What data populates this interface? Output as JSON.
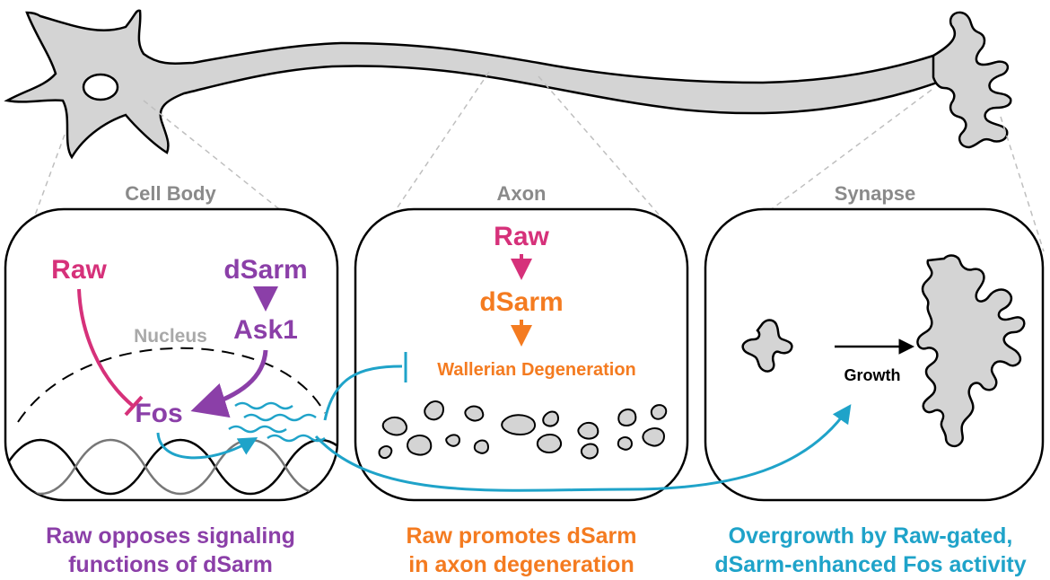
{
  "colors": {
    "magenta": "#d6317a",
    "purple": "#8b3fa8",
    "orange": "#f47b20",
    "cyan": "#1fa3c9",
    "gray": "#8a8a8a",
    "lightgray": "#a9a9a9",
    "cellfill": "#d4d4d4"
  },
  "panels": {
    "cell_body": {
      "title": "Cell Body",
      "raw": "Raw",
      "dsarm": "dSarm",
      "ask1": "Ask1",
      "nucleus": "Nucleus",
      "fos": "Fos"
    },
    "axon": {
      "title": "Axon",
      "raw": "Raw",
      "dsarm": "dSarm",
      "wallerian": "Wallerian Degeneration"
    },
    "synapse": {
      "title": "Synapse",
      "growth": "Growth"
    }
  },
  "captions": {
    "cell_body": [
      "Raw opposes signaling",
      "functions of dSarm"
    ],
    "axon": [
      "Raw promotes dSarm",
      "in axon degeneration"
    ],
    "synapse": [
      "Overgrowth by Raw-gated,",
      "dSarm-enhanced Fos activity"
    ]
  }
}
